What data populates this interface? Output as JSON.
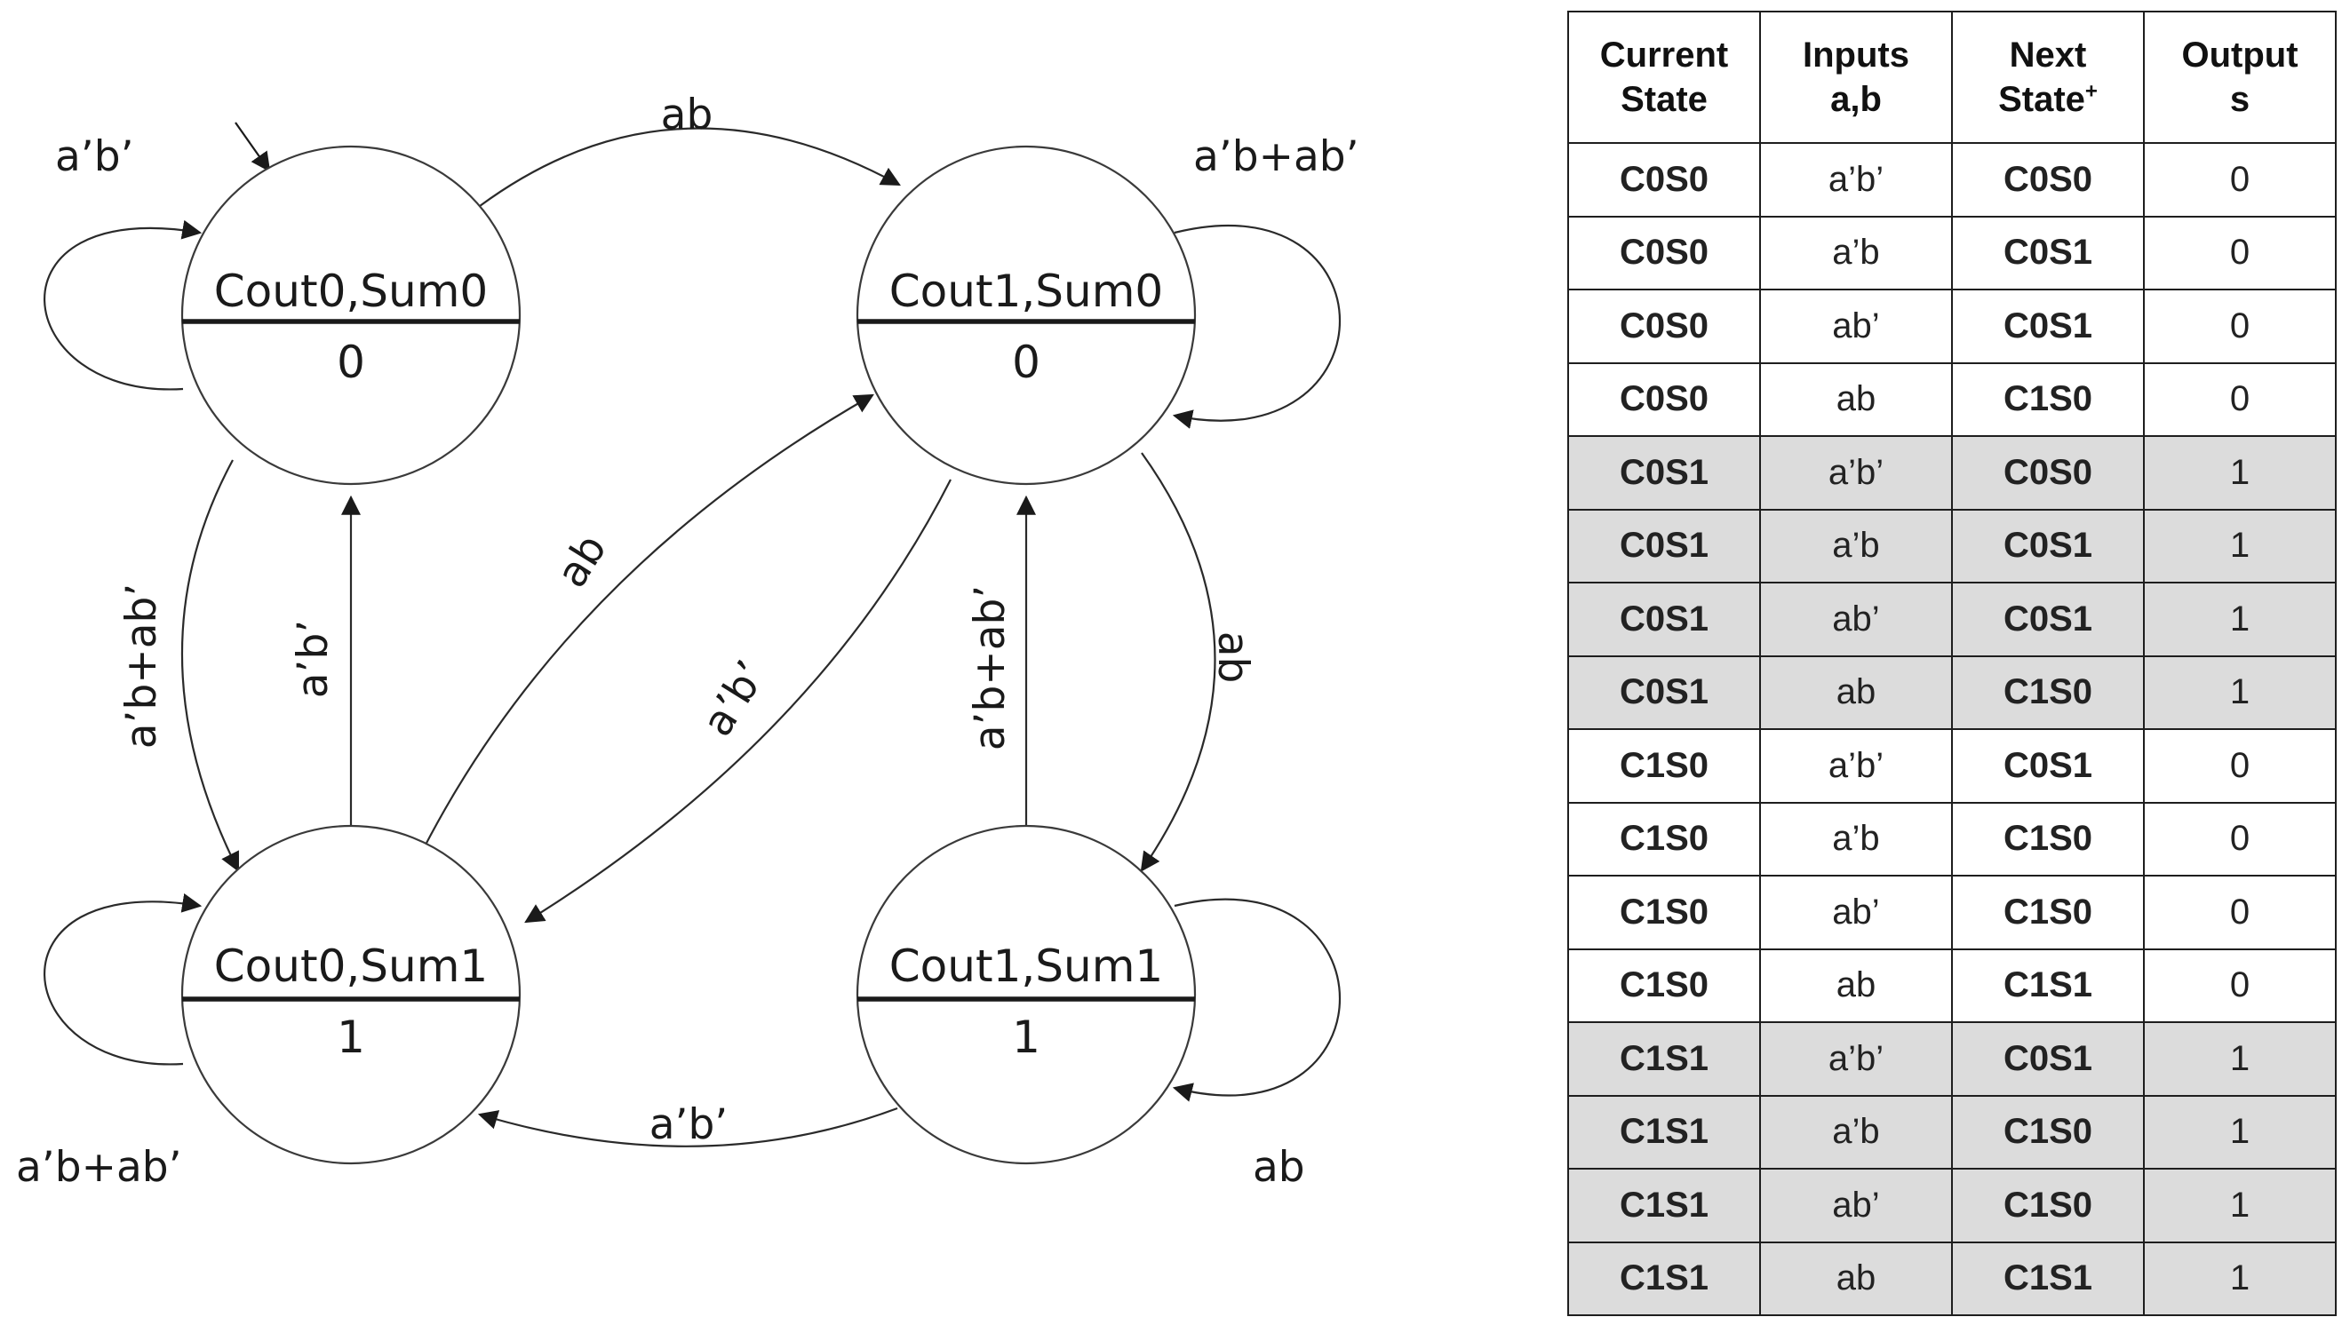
{
  "diagram": {
    "states": [
      {
        "id": "s00",
        "name": "Cout0,Sum0",
        "output": "0"
      },
      {
        "id": "s10",
        "name": "Cout1,Sum0",
        "output": "0"
      },
      {
        "id": "s01",
        "name": "Cout0,Sum1",
        "output": "1"
      },
      {
        "id": "s11",
        "name": "Cout1,Sum1",
        "output": "1"
      }
    ],
    "edge_labels": {
      "s00_self": "a’b’",
      "s00_to_s10": "ab",
      "s10_self": "a’b+ab’",
      "s00_to_s01": "a’b+ab’",
      "s01_to_s00": "a’b’",
      "s01_to_s10": "ab",
      "s10_to_s01": "a’b’",
      "s11_to_s10": "a’b+ab’",
      "s10_to_s11": "ab",
      "s01_self": "a’b+ab’",
      "s11_to_s01": "a’b’",
      "s11_self": "ab"
    }
  },
  "table": {
    "headers": {
      "current_line1": "Current",
      "current_line2": "State",
      "inputs_line1": "Inputs",
      "inputs_line2": "a,b",
      "next_line1": "Next",
      "next_line2": "State",
      "next_sup": "+",
      "output_line1": "Output",
      "output_line2": "s"
    },
    "rows": [
      {
        "current": "C0S0",
        "inputs": "a’b’",
        "next": "C0S0",
        "output": "0",
        "shaded": false
      },
      {
        "current": "C0S0",
        "inputs": "a’b",
        "next": "C0S1",
        "output": "0",
        "shaded": false
      },
      {
        "current": "C0S0",
        "inputs": "ab’",
        "next": "C0S1",
        "output": "0",
        "shaded": false
      },
      {
        "current": "C0S0",
        "inputs": "ab",
        "next": "C1S0",
        "output": "0",
        "shaded": false
      },
      {
        "current": "C0S1",
        "inputs": "a’b’",
        "next": "C0S0",
        "output": "1",
        "shaded": true
      },
      {
        "current": "C0S1",
        "inputs": "a’b",
        "next": "C0S1",
        "output": "1",
        "shaded": true
      },
      {
        "current": "C0S1",
        "inputs": "ab’",
        "next": "C0S1",
        "output": "1",
        "shaded": true
      },
      {
        "current": "C0S1",
        "inputs": "ab",
        "next": "C1S0",
        "output": "1",
        "shaded": true
      },
      {
        "current": "C1S0",
        "inputs": "a’b’",
        "next": "C0S1",
        "output": "0",
        "shaded": false
      },
      {
        "current": "C1S0",
        "inputs": "a’b",
        "next": "C1S0",
        "output": "0",
        "shaded": false
      },
      {
        "current": "C1S0",
        "inputs": "ab’",
        "next": "C1S0",
        "output": "0",
        "shaded": false
      },
      {
        "current": "C1S0",
        "inputs": "ab",
        "next": "C1S1",
        "output": "0",
        "shaded": false
      },
      {
        "current": "C1S1",
        "inputs": "a’b’",
        "next": "C0S1",
        "output": "1",
        "shaded": true
      },
      {
        "current": "C1S1",
        "inputs": "a’b",
        "next": "C1S0",
        "output": "1",
        "shaded": true
      },
      {
        "current": "C1S1",
        "inputs": "ab’",
        "next": "C1S0",
        "output": "1",
        "shaded": true
      },
      {
        "current": "C1S1",
        "inputs": "ab",
        "next": "C1S1",
        "output": "1",
        "shaded": true
      }
    ]
  }
}
